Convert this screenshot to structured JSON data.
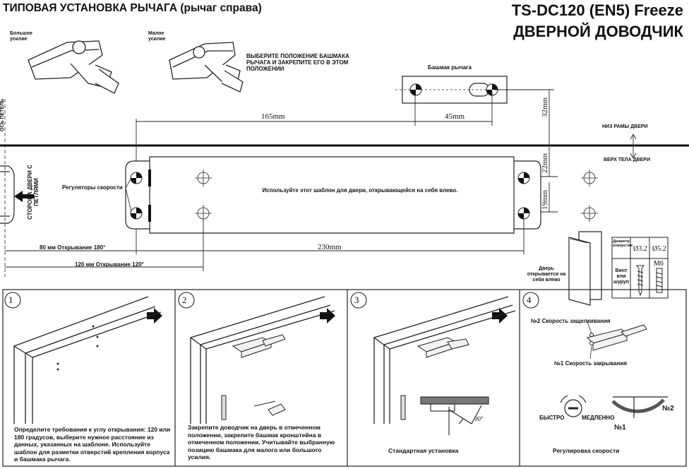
{
  "header": {
    "left_title": "ТИПОВАЯ УСТАНОВКА РЫЧАГА (рычаг справа)",
    "model": "TS-DC120 (EN5) Freeze",
    "product": "ДВЕРНОЙ ДОВОДЧИК"
  },
  "force": {
    "big": "Большое усилие",
    "small": "Малое усилие",
    "instruction": "ВЫБЕРИТЕ ПОЛОЖЕНИЕ БАШМАКА РЫЧАГА И ЗАКРЕПИТЕ ЕГО В ЭТОМ ПОЛОЖЕНИИ"
  },
  "template": {
    "shoe_label": "Башмак рычага",
    "hinge_axis": "ОСЬ ПЕТЕЛЬ",
    "dim_165": "165mm",
    "dim_45": "45mm",
    "dim_32": "32mm",
    "dim_22": "22mm",
    "dim_19": "19mm",
    "dim_230": "230mm",
    "frame_bottom": "НИЗ РАМЫ ДВЕРИ",
    "door_top": "ВЕРХ ТЕЛА ДВЕРИ",
    "hinge_side": "СТОРОНА ДВЕРИ С ПЕТЛЯМИ",
    "speed_regulators": "Регуляторы скорости",
    "use_template": "Используйте этот шаблон для двери, открывающейся на себя влево.",
    "open_180": "80 мм   Открывание 180°",
    "open_120": "120 мм   Открывание 120°",
    "door_opens": "Дверь открывается на себя влево"
  },
  "hole_table": {
    "diameter_label": "Диаметр отверстия",
    "d1": "Ø3.2",
    "d2": "Ø5.2",
    "screw_label": "Винт или шуруп",
    "m6": "M6"
  },
  "steps": [
    {
      "num": "1",
      "text": "Определите требования к углу открывания: 120 или 180 градусов, выберите нужное расстояние из данных, указанных на шаблоне. Используйте шаблон для разметки отверстий крепления корпуса и башмака рычага."
    },
    {
      "num": "2",
      "text": "Закрепите доводчик на дверь в отмеченном положении, закрепите башмак кронштейна в отмеченном положении. Учитывайте выбранную позицию башмака для малого или большого усилия."
    },
    {
      "num": "3",
      "text": "Стандартная установка",
      "angle": "90°"
    },
    {
      "num": "4",
      "text": "Регулировка скорости",
      "speed2": "№2 Скорость защелкивания",
      "speed1": "№1 Скорость закрывания",
      "fast": "БЫСТРО",
      "slow": "МЕДЛЕННО",
      "n2": "№2",
      "n1": "№1"
    }
  ]
}
